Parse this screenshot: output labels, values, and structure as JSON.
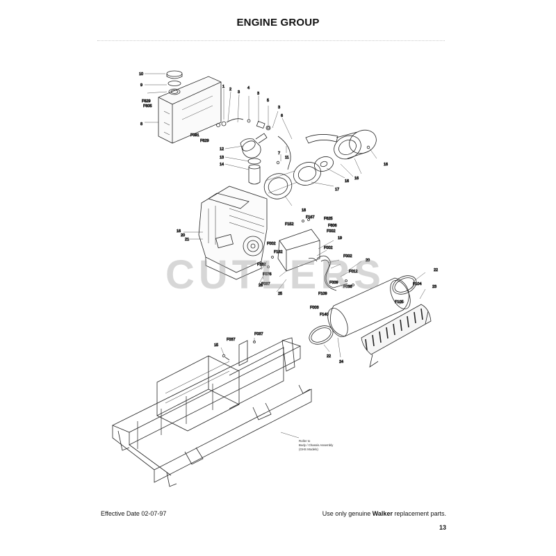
{
  "header": {
    "title": "ENGINE GROUP"
  },
  "watermark": {
    "text": "CUTLERS"
  },
  "diagram": {
    "callout_lines": [
      "Roller to",
      "Body / Chassis Assembly",
      "(GHS Models)"
    ],
    "labels": [
      "10",
      "9",
      "F629",
      "F605",
      "8",
      "F091",
      "F629",
      "1",
      "2",
      "3",
      "4",
      "3",
      "5",
      "3",
      "6",
      "7",
      "11",
      "12",
      "13",
      "14",
      "16",
      "16",
      "16",
      "17",
      "18",
      "F152",
      "F167",
      "F625",
      "F606",
      "F002",
      "16",
      "20",
      "21",
      "F002",
      "F132",
      "F132",
      "F076",
      "F037",
      "26",
      "25",
      "19",
      "F002",
      "F002",
      "F012",
      "20",
      "F009",
      "F038",
      "F109",
      "F140",
      "F003",
      "22",
      "F104",
      "F105",
      "23",
      "22",
      "24",
      "15",
      "F037",
      "F037"
    ]
  },
  "footer": {
    "effective_date": "Effective Date 02-07-97",
    "notice_prefix": "Use only genuine ",
    "notice_brand": "Walker",
    "notice_suffix": " replacement parts.",
    "page_number": "13"
  }
}
